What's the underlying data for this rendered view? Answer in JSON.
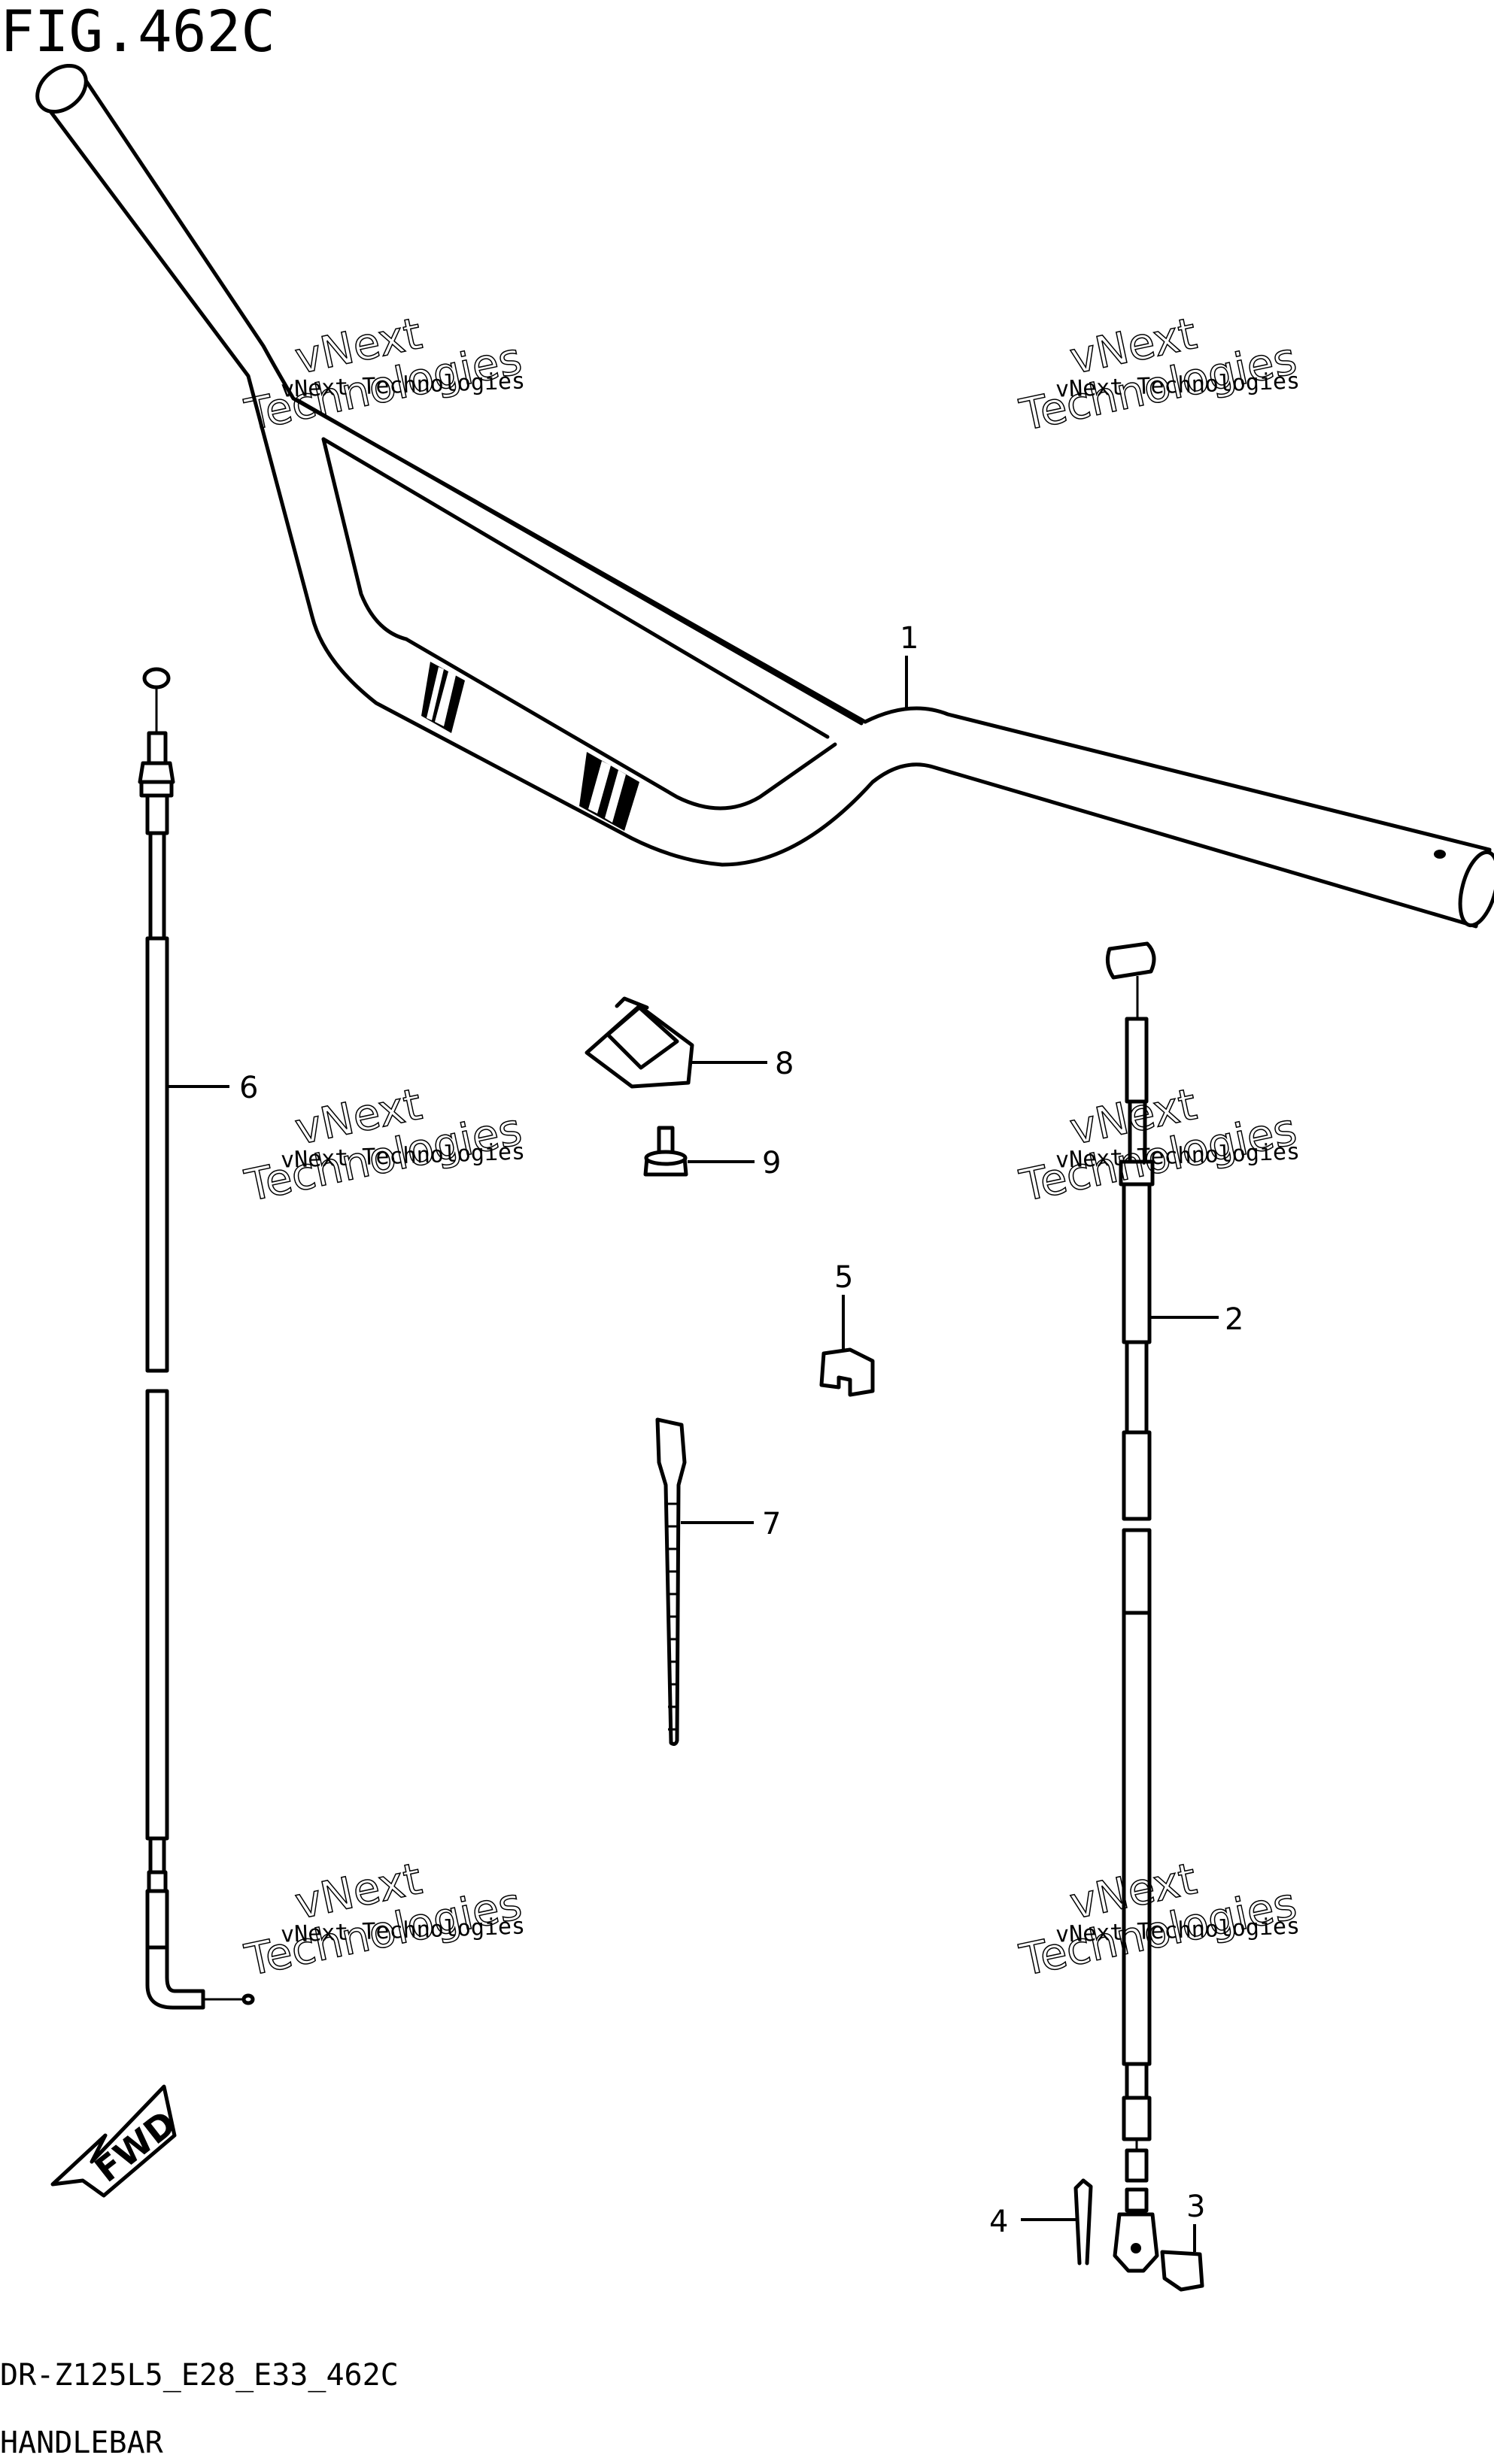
{
  "figure": {
    "title": "FIG.462C",
    "code": "DR-Z125L5_E28_E33_462C",
    "name": "HANDLEBAR"
  },
  "callouts": [
    "1",
    "2",
    "3",
    "4",
    "5",
    "6",
    "7",
    "8",
    "9"
  ],
  "fwd_label": "FWD",
  "watermark": {
    "line1": "vNext Technologies",
    "big1": "vNext",
    "big2": "Technologies"
  }
}
